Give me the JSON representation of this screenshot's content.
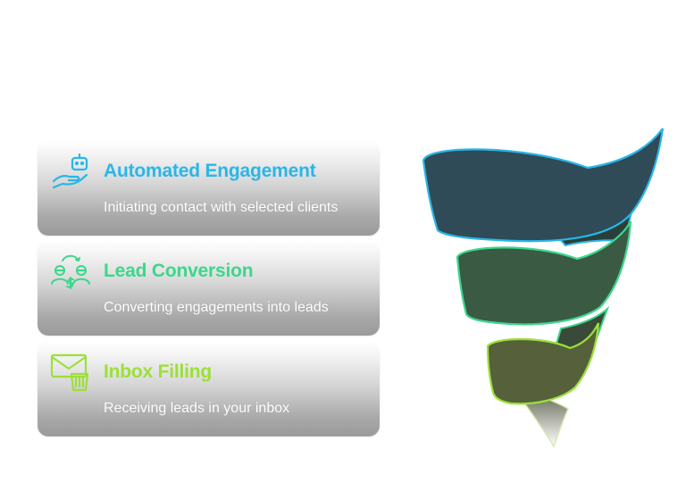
{
  "stages": [
    {
      "title": "Automated Engagement",
      "description": "Initiating contact with selected clients",
      "icon": "robot-hand-icon",
      "color": "#29b6e8"
    },
    {
      "title": "Lead Conversion",
      "description": "Converting engagements into leads",
      "icon": "people-exchange-icon",
      "color": "#3dd68c"
    },
    {
      "title": "Inbox Filling",
      "description": "Receiving leads in your inbox",
      "icon": "mail-inbox-icon",
      "color": "#9be03a"
    }
  ],
  "funnel": {
    "colors": [
      "#29b6e8",
      "#3dd68c",
      "#9be03a"
    ],
    "fill_top": "#2f4b57",
    "fill_mid": "#3a5a44",
    "fill_bottom": "#56603a"
  }
}
